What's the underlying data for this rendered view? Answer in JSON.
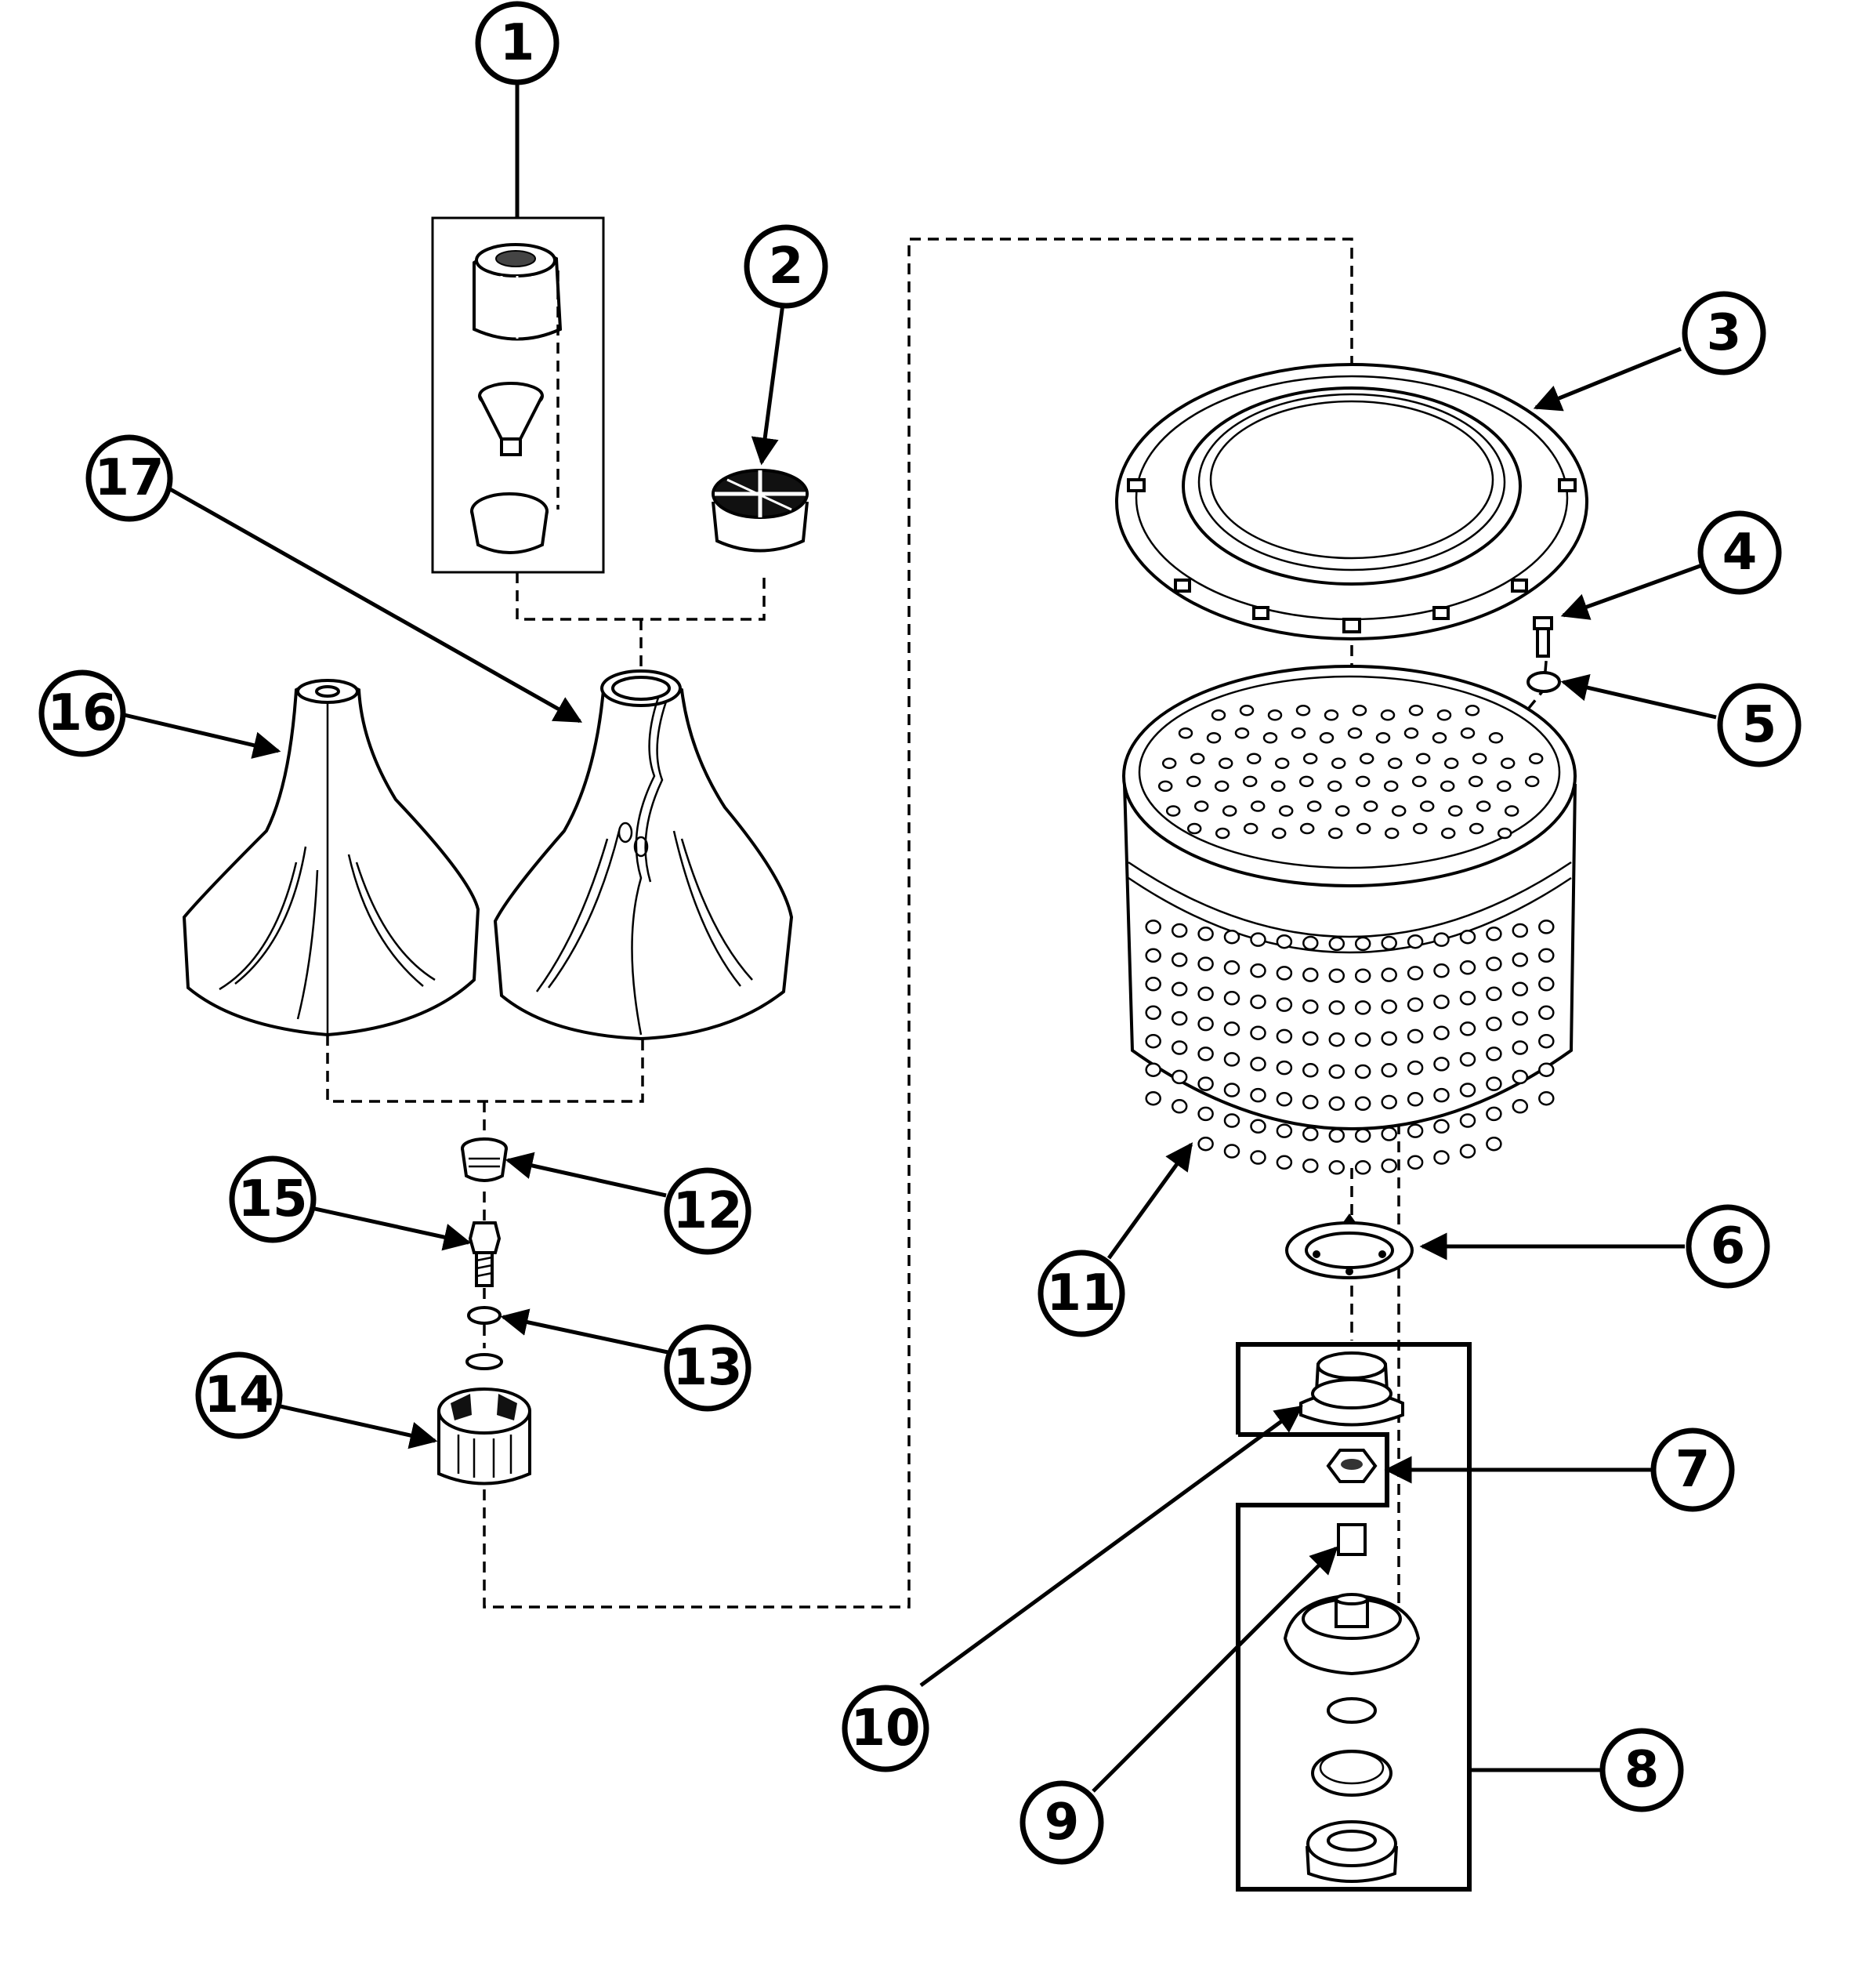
{
  "callouts": [
    {
      "id": "1",
      "label": "1"
    },
    {
      "id": "2",
      "label": "2"
    },
    {
      "id": "3",
      "label": "3"
    },
    {
      "id": "4",
      "label": "4"
    },
    {
      "id": "5",
      "label": "5"
    },
    {
      "id": "6",
      "label": "6"
    },
    {
      "id": "7",
      "label": "7"
    },
    {
      "id": "8",
      "label": "8"
    },
    {
      "id": "9",
      "label": "9"
    },
    {
      "id": "10",
      "label": "10"
    },
    {
      "id": "11",
      "label": "11"
    },
    {
      "id": "12",
      "label": "12"
    },
    {
      "id": "13",
      "label": "13"
    },
    {
      "id": "14",
      "label": "14"
    },
    {
      "id": "15",
      "label": "15"
    },
    {
      "id": "16",
      "label": "16"
    },
    {
      "id": "17",
      "label": "17"
    }
  ],
  "colors": {
    "ink": "#000000",
    "paper": "#ffffff"
  }
}
